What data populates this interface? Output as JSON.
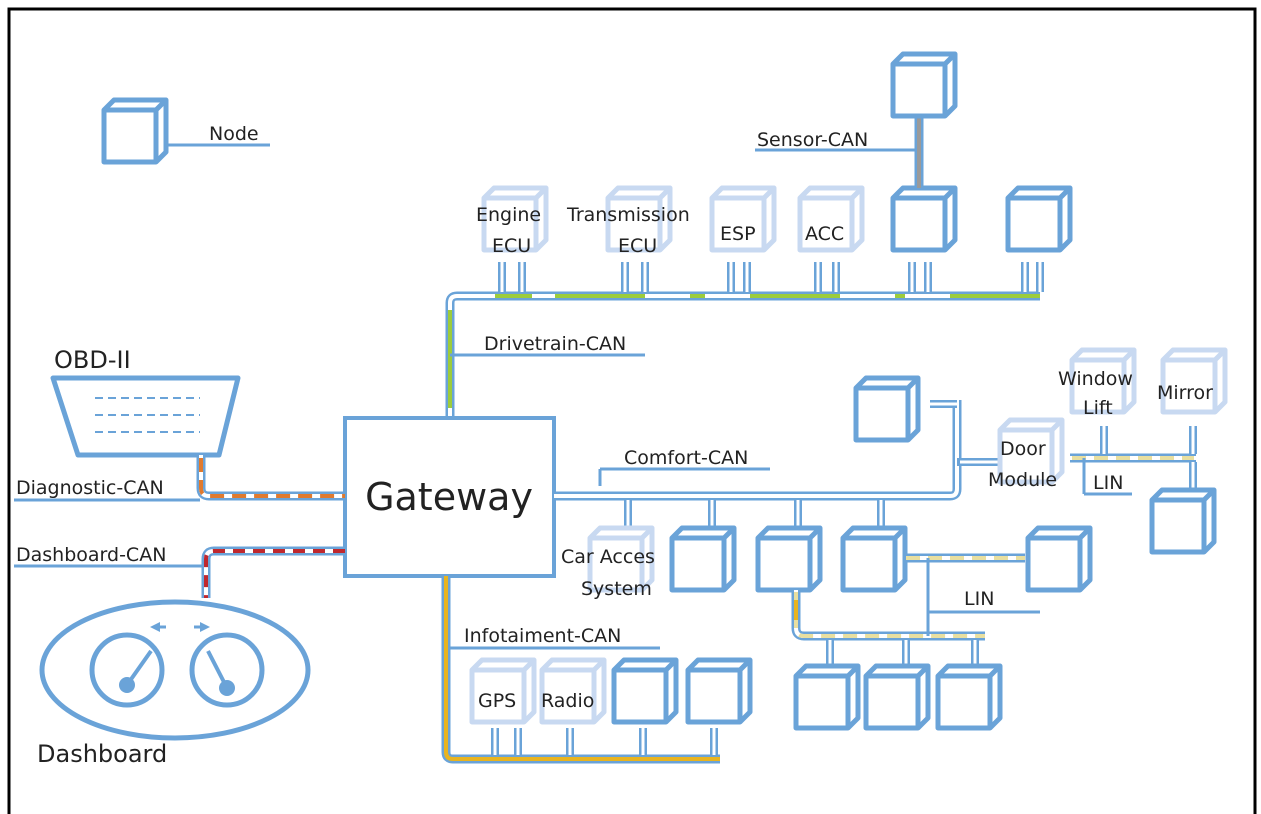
{
  "labels": {
    "legend_node": "Node",
    "sensor_can": "Sensor-CAN",
    "engine_ecu_1": "Engine",
    "engine_ecu_2": "ECU",
    "transmission_ecu_1": "Transmission",
    "transmission_ecu_2": "ECU",
    "esp": "ESP",
    "acc": "ACC",
    "drivetrain_can": "Drivetrain-CAN",
    "obd": "OBD-II",
    "diagnostic_can": "Diagnostic-CAN",
    "dashboard_can": "Dashboard-CAN",
    "dashboard": "Dashboard",
    "gateway": "Gateway",
    "comfort_can": "Comfort-CAN",
    "car_access_1": "Car Acces",
    "car_access_2": "System",
    "infotainment_can": "Infotaiment-CAN",
    "gps": "GPS",
    "radio": "Radio",
    "window_lift_1": "Window",
    "window_lift_2": "Lift",
    "mirror": "Mirror",
    "door_module_1": "Door",
    "door_module_2": "Module",
    "lin_door": "LIN",
    "lin_comfort": "LIN"
  },
  "colors": {
    "node": "#6aa3d8",
    "node_light": "#c8d9f1",
    "bus_outline": "#6aa3d8",
    "drivetrain_accent": "#9ccc3c",
    "diagnostic_accent": "#e07a2e",
    "dashboard_accent": "#c0282e",
    "infotainment_accent": "#e8b420",
    "lin_accent": "#e8dfa0",
    "sensor_accent": "#9a9a9a"
  }
}
